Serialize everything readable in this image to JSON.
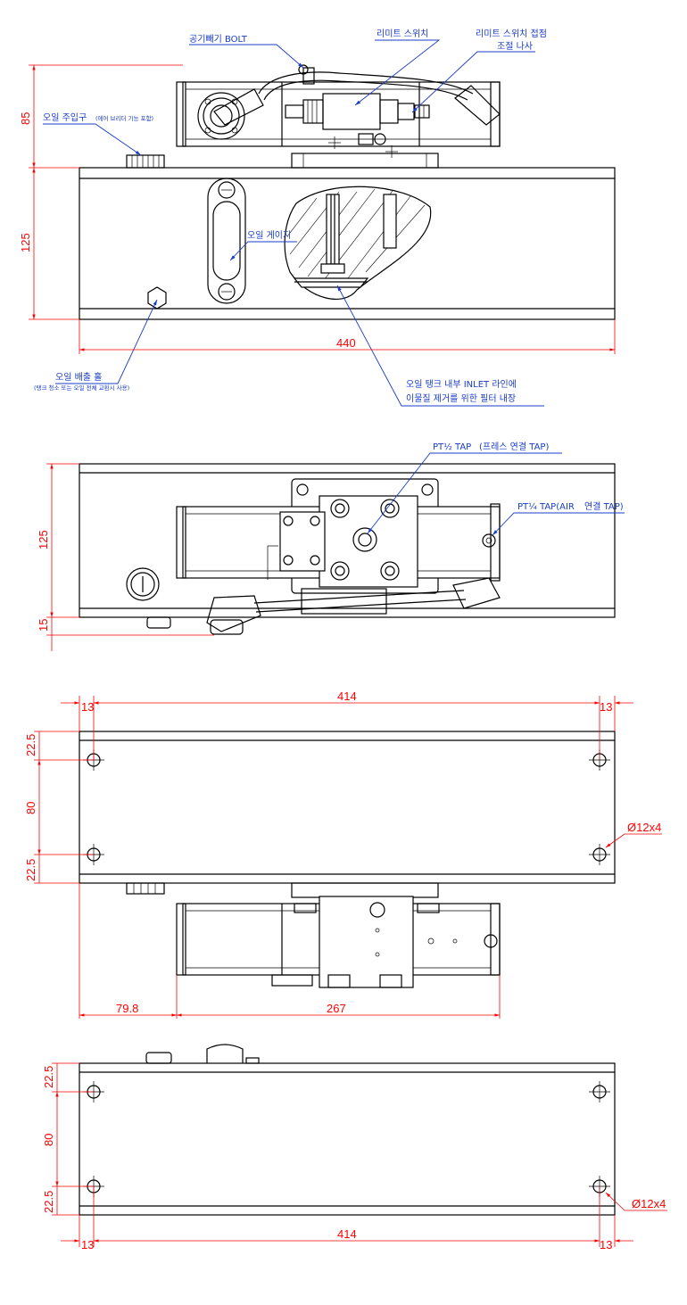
{
  "colors": {
    "dimension": "#ff0000",
    "leader": "#1a3cc8",
    "outline": "#000000"
  },
  "view1": {
    "air_bolt": "공기빼기 BOLT",
    "limit_switch": "리미트 스위치",
    "limit_adjust_line1": "리미트 스위치 접점",
    "limit_adjust_line2": "조절 나사",
    "oil_inlet": "오일 주입구",
    "oil_inlet_note": "(에어 브리더 기능 포함)",
    "oil_gauge": "오일 게이지",
    "oil_drain": "오일 배출 홀",
    "oil_drain_note": "(탱크 청소 또는 오일 전체 교환시 사용)",
    "filter_line1": "오일 탱크 내부 INLET 라인에",
    "filter_line2": "이물질 제거를 위한 필터 내장",
    "dim_85": "85",
    "dim_125": "125",
    "dim_440": "440"
  },
  "view2": {
    "pt_half": "PT½  TAP",
    "pt_half_note": "(프레스 연결 TAP)",
    "pt_quarter": "PT¼  TAP(AIR",
    "pt_quarter_note": "연결 TAP)",
    "dim_125": "125",
    "dim_15": "15"
  },
  "view3": {
    "dim_414": "414",
    "dim_13_left": "13",
    "dim_13_right": "13",
    "dim_22_5_top": "22.5",
    "dim_80": "80",
    "dim_22_5_bottom": "22.5",
    "hole_callout": "Ø12x4",
    "dim_79_8": "79.8",
    "dim_267": "267"
  },
  "view4": {
    "dim_22_5_top": "22.5",
    "dim_80": "80",
    "dim_22_5_bottom": "22.5",
    "hole_callout": "Ø12x4",
    "dim_13_left": "13",
    "dim_414": "414",
    "dim_13_right": "13"
  }
}
